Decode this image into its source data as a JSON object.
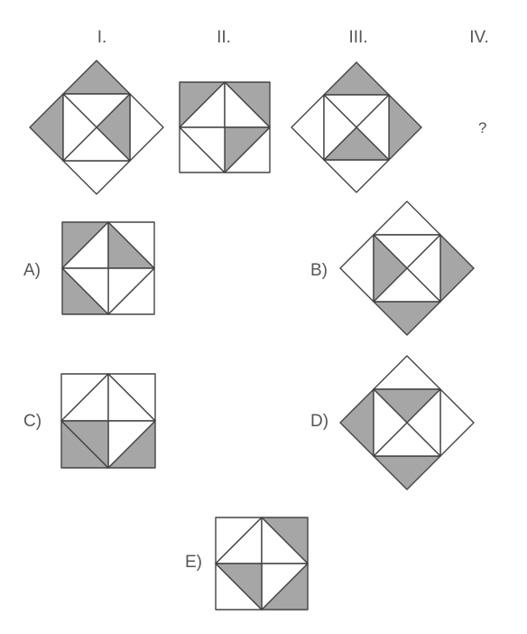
{
  "headers": [
    "I.",
    "II.",
    "III.",
    "IV."
  ],
  "missing_mark": "?",
  "option_labels": [
    "A)",
    "B)",
    "C)",
    "D)",
    "E)"
  ],
  "colors": {
    "shade": "#a6a6a6",
    "stroke": "#444444",
    "text": "#555555",
    "background": "#ffffff"
  },
  "figures": [
    {
      "id": "fig-I",
      "frame": "diamond",
      "shaded": [
        "N",
        "W",
        "iE"
      ]
    },
    {
      "id": "fig-II",
      "frame": "square",
      "shaded": [
        "NW",
        "NE",
        "iS"
      ]
    },
    {
      "id": "fig-III",
      "frame": "diamond",
      "shaded": [
        "N",
        "E",
        "iS"
      ]
    },
    {
      "id": "fig-A",
      "frame": "square",
      "shaded": [
        "NW",
        "SW",
        "iE"
      ]
    },
    {
      "id": "fig-B",
      "frame": "diamond",
      "shaded": [
        "E",
        "S",
        "iW"
      ]
    },
    {
      "id": "fig-C",
      "frame": "square",
      "shaded": [
        "SW",
        "SE",
        "iW"
      ]
    },
    {
      "id": "fig-D",
      "frame": "diamond",
      "shaded": [
        "W",
        "S",
        "iN"
      ]
    },
    {
      "id": "fig-E",
      "frame": "square",
      "shaded": [
        "NE",
        "SE",
        "iW"
      ]
    }
  ]
}
